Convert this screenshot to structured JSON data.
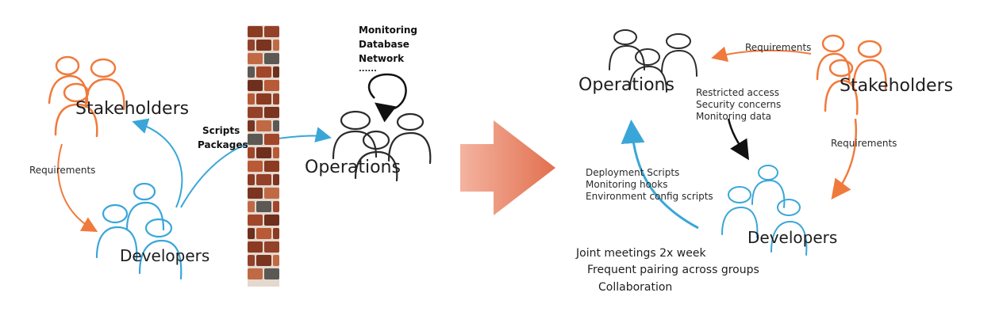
{
  "left": {
    "stakeholders_label": "Stakeholders",
    "requirements_label": "Requirements",
    "developers_label": "Developers",
    "scripts_label": "Scripts",
    "packages_label": "Packages",
    "operations_label": "Operations",
    "monitoring_items": [
      "Monitoring",
      "Database",
      "Network",
      "......"
    ]
  },
  "right": {
    "operations_label": "Operations",
    "requirements_top_label": "Requirements",
    "stakeholders_label": "Stakeholders",
    "ops_to_dev_items": [
      "Restricted access",
      "Security concerns",
      "Monitoring data"
    ],
    "requirements_side_label": "Requirements",
    "dev_to_ops_items": [
      "Deployment Scripts",
      "Monitoring hooks",
      "Environment config scripts"
    ],
    "developers_label": "Developers",
    "collaboration_items": [
      "Joint meetings 2x week",
      "Frequent pairing across groups",
      "Collaboration"
    ]
  },
  "colors": {
    "stakeholders": "#f07a3c",
    "developers": "#3aa6d8",
    "operations": "#2b2b2b",
    "wall_mortar": "#e4d8cf",
    "transition_arrow": "#e8866e"
  },
  "icons": {
    "wall": "brick-wall",
    "transition": "big-right-arrow",
    "cycle": "circular-arrow"
  }
}
